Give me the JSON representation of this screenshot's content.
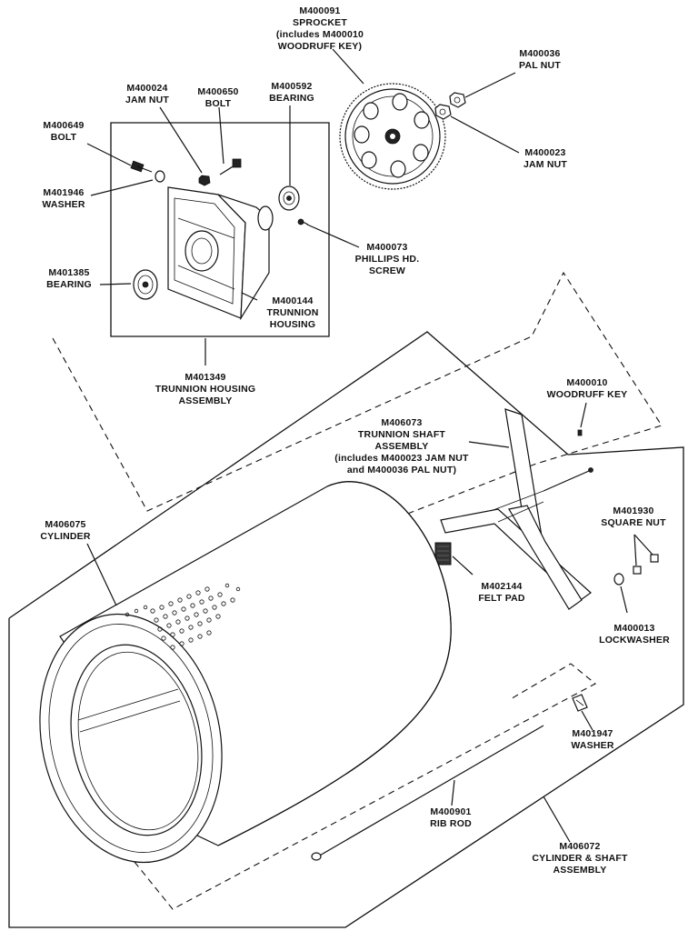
{
  "labels": {
    "sprocket": [
      "M400091",
      "SPROCKET",
      "(includes M400010",
      "WOODRUFF KEY)"
    ],
    "pal_nut": [
      "M400036",
      "PAL NUT"
    ],
    "jam_nut_top": [
      "M400024",
      "JAM NUT"
    ],
    "bolt_top": [
      "M400650",
      "BOLT"
    ],
    "bearing_top": [
      "M400592",
      "BEARING"
    ],
    "bolt_left": [
      "M400649",
      "BOLT"
    ],
    "washer_left": [
      "M401946",
      "WASHER"
    ],
    "jam_nut_right": [
      "M400023",
      "JAM NUT"
    ],
    "phillips_screw": [
      "M400073",
      "PHILLIPS HD.",
      "SCREW"
    ],
    "bearing_left": [
      "M401385",
      "BEARING"
    ],
    "trunnion_housing": [
      "M400144",
      "TRUNNION",
      "HOUSING"
    ],
    "trunnion_housing_assembly": [
      "M401349",
      "TRUNNION HOUSING",
      "ASSEMBLY"
    ],
    "woodruff_key": [
      "M400010",
      "WOODRUFF KEY"
    ],
    "trunnion_shaft_assembly": [
      "M406073",
      "TRUNNION SHAFT",
      "ASSEMBLY",
      "(includes M400023 JAM NUT",
      "and M400036 PAL NUT)"
    ],
    "cylinder": [
      "M406075",
      "CYLINDER"
    ],
    "square_nut": [
      "M401930",
      "SQUARE NUT"
    ],
    "felt_pad": [
      "M402144",
      "FELT PAD"
    ],
    "lockwasher": [
      "M400013",
      "LOCKWASHER"
    ],
    "washer_right": [
      "M401947",
      "WASHER"
    ],
    "rib_rod": [
      "M400901",
      "RIB ROD"
    ],
    "cylinder_shaft_assembly": [
      "M406072",
      "CYLINDER & SHAFT",
      "ASSEMBLY"
    ]
  }
}
